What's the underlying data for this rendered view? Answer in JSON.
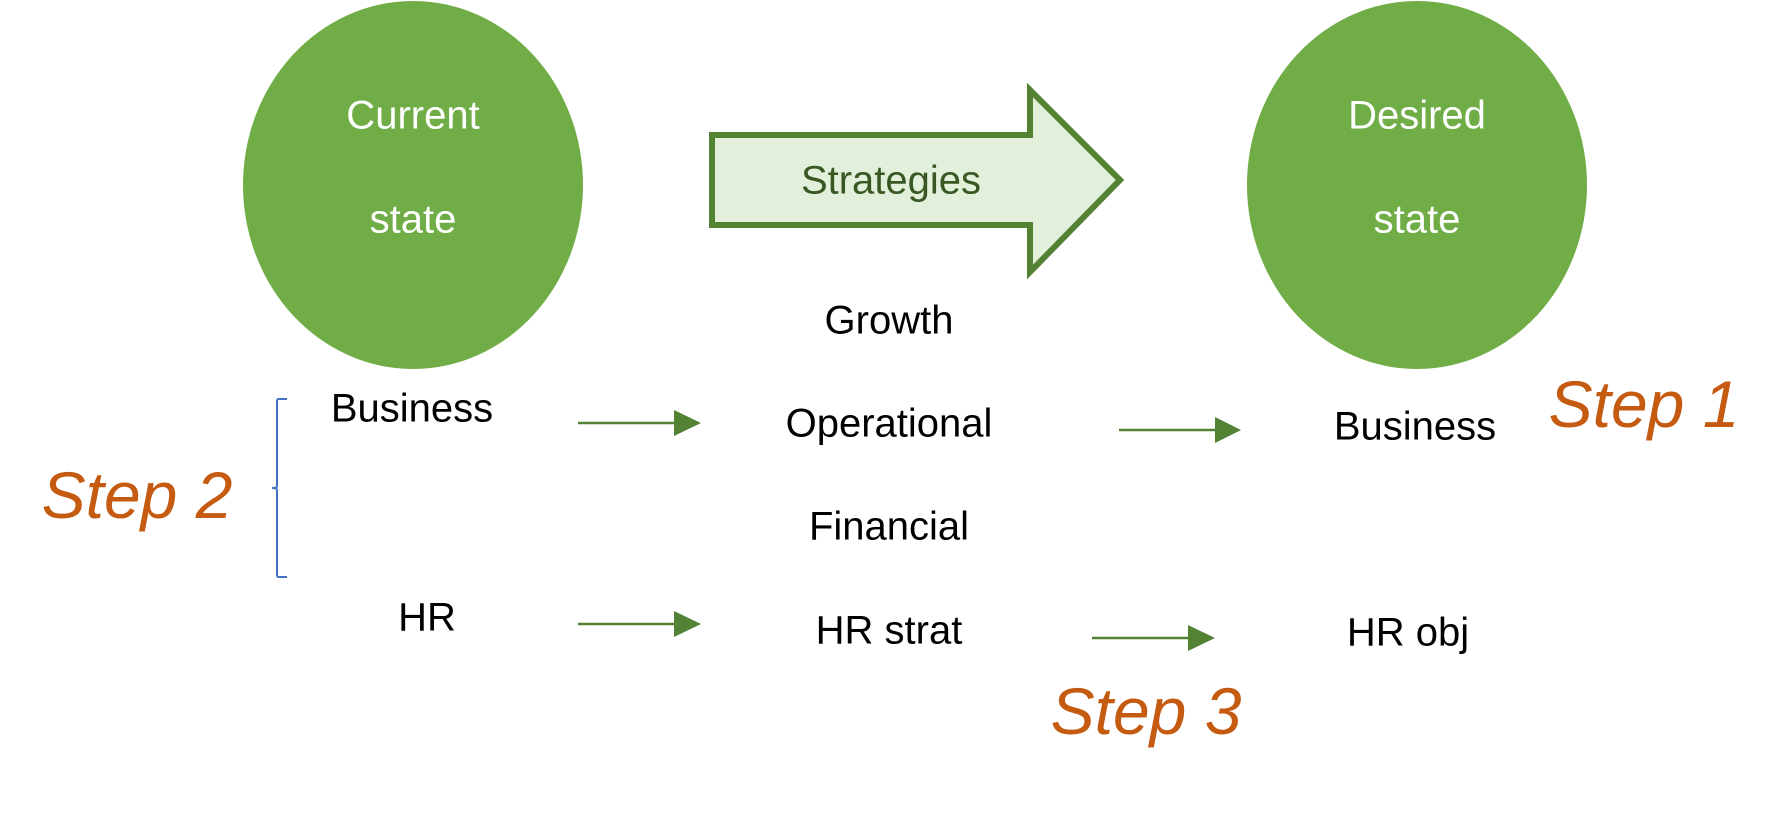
{
  "colors": {
    "circle_fill": "#70ad47",
    "arrow_fill": "#e2efda",
    "arrow_stroke": "#548235",
    "arrow_text": "#385723",
    "connector": "#548235",
    "step_text": "#c55a11",
    "bracket": "#4472c4",
    "node_text": "#000000"
  },
  "current_state": {
    "line1": "Current",
    "line2": "state"
  },
  "desired_state": {
    "line1": "Desired",
    "line2": "state"
  },
  "strategies_arrow": {
    "label": "Strategies"
  },
  "left_column": {
    "business": "Business",
    "hr": "HR"
  },
  "middle_column": {
    "growth": "Growth",
    "operational": "Operational",
    "financial": "Financial",
    "hr_strat": "HR strat"
  },
  "right_column": {
    "business": "Business",
    "hr_obj": "HR obj"
  },
  "steps": {
    "step1": "Step 1",
    "step2": "Step 2",
    "step3": "Step 3"
  }
}
